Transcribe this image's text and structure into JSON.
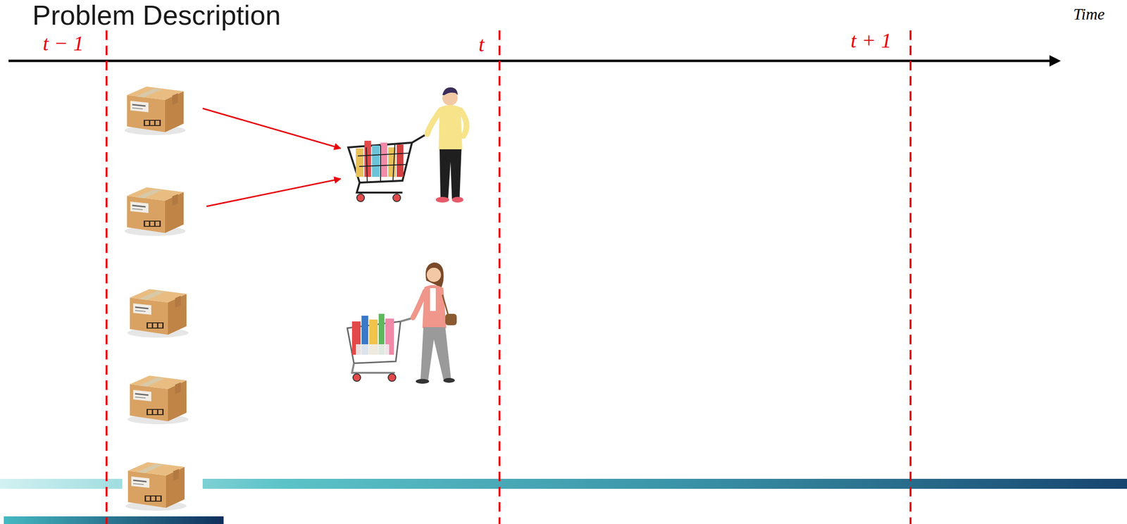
{
  "diagram": {
    "title": "Problem Description",
    "labels": [
      "t − 1",
      "t",
      "t + 1",
      "Time"
    ]
  }
}
